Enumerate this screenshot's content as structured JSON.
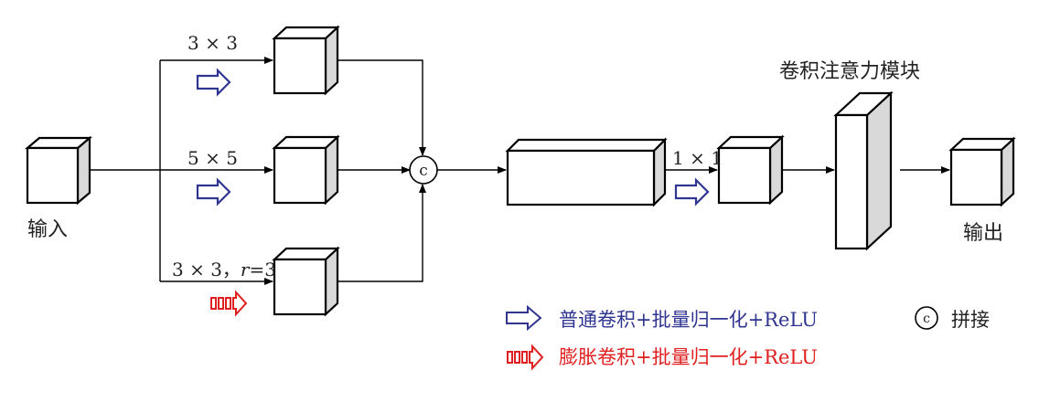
{
  "labels": {
    "input": "输入",
    "output": "输出",
    "branch1": "3 × 3",
    "branch2": "5 × 5",
    "branch3": "3 × 3，",
    "branch3_r": "r",
    "branch3_rval": "=3",
    "conv1x1": "1 × 1",
    "attention": "卷积注意力模块",
    "concat_symbol": "c"
  },
  "legend": {
    "normal": "普通卷积+批量归一化+ReLU",
    "dilated": "膨胀卷积+批量归一化+ReLU",
    "concat_symbol": "c",
    "concat": "拼接"
  },
  "colors": {
    "normal_arrow": "#2f3590",
    "dilated_arrow": "#e02020",
    "box_side": "#d9d9d9"
  },
  "icons": {
    "normal": "hollow-right-arrow",
    "dilated": "segmented-right-arrow"
  }
}
